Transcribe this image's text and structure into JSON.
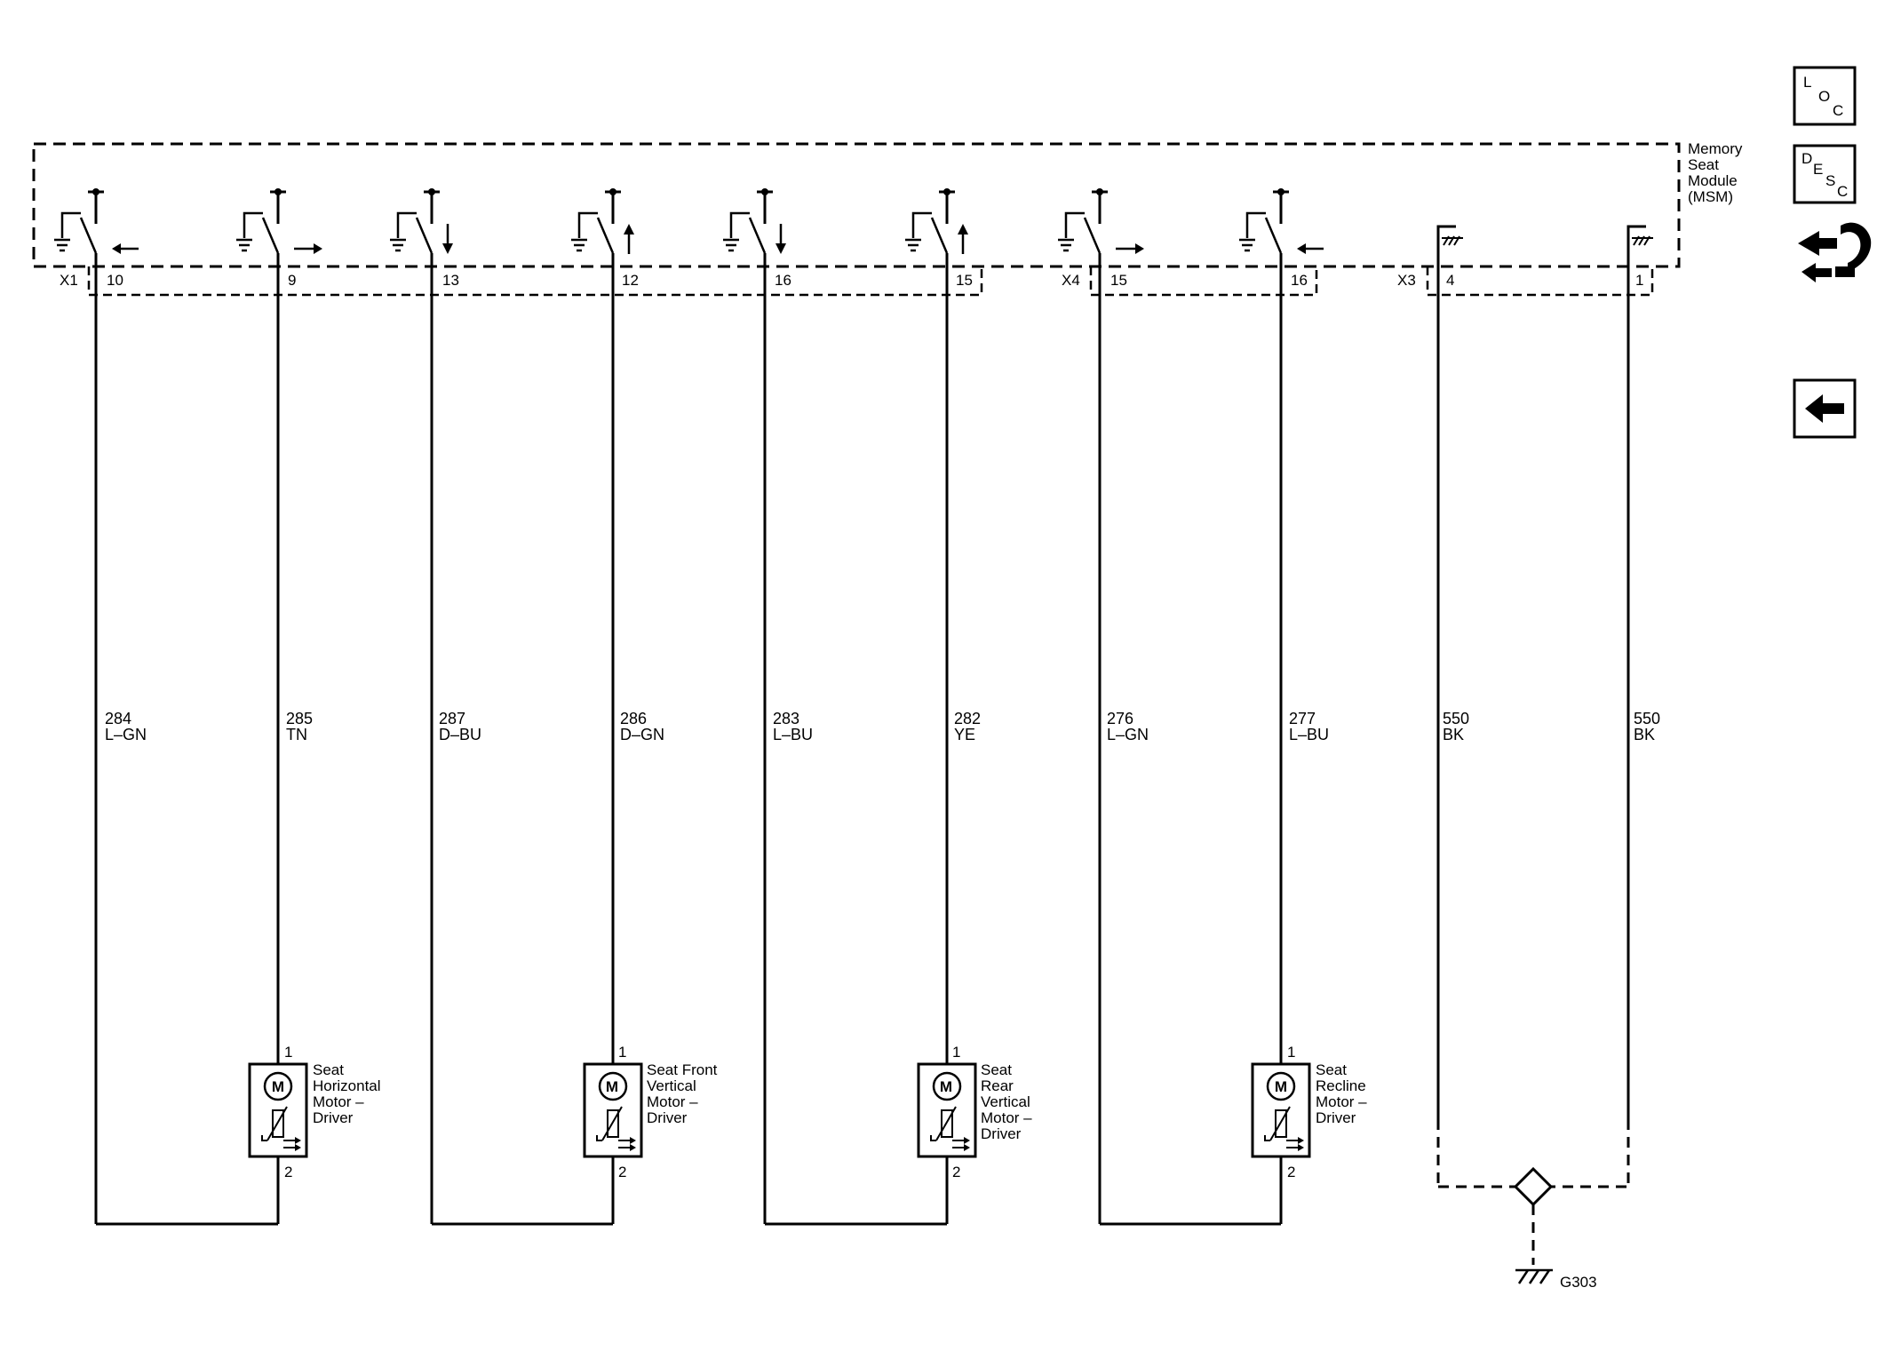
{
  "module": {
    "name_lines": [
      "Memory",
      "Seat",
      "Module",
      "(MSM)"
    ]
  },
  "connectors": [
    {
      "id": "X1"
    },
    {
      "id": "X4"
    },
    {
      "id": "X3"
    }
  ],
  "circuits": [
    {
      "connector": "X1",
      "pin": "10",
      "circuit": "284",
      "color": "L–GN",
      "arrow": "left"
    },
    {
      "connector": "X1",
      "pin": "9",
      "circuit": "285",
      "color": "TN",
      "arrow": "right"
    },
    {
      "connector": "X1",
      "pin": "13",
      "circuit": "287",
      "color": "D–BU",
      "arrow": "down"
    },
    {
      "connector": "X1",
      "pin": "12",
      "circuit": "286",
      "color": "D–GN",
      "arrow": "up"
    },
    {
      "connector": "X1",
      "pin": "16",
      "circuit": "283",
      "color": "L–BU",
      "arrow": "down"
    },
    {
      "connector": "X1",
      "pin": "15",
      "circuit": "282",
      "color": "YE",
      "arrow": "up"
    },
    {
      "connector": "X4",
      "pin": "15",
      "circuit": "276",
      "color": "L–GN",
      "arrow": "right"
    },
    {
      "connector": "X4",
      "pin": "16",
      "circuit": "277",
      "color": "L–BU",
      "arrow": "left"
    }
  ],
  "grounds": [
    {
      "connector": "X3",
      "pin": "4",
      "circuit": "550",
      "color": "BK"
    },
    {
      "connector": "X3",
      "pin": "1",
      "circuit": "550",
      "color": "BK"
    }
  ],
  "ground_point": "G303",
  "motors": [
    {
      "symbol": "M",
      "pin_top": "1",
      "pin_bottom": "2",
      "label_lines": [
        "Seat",
        "Horizontal",
        "Motor –",
        "Driver"
      ]
    },
    {
      "symbol": "M",
      "pin_top": "1",
      "pin_bottom": "2",
      "label_lines": [
        "Seat Front",
        "Vertical",
        "Motor –",
        "Driver"
      ]
    },
    {
      "symbol": "M",
      "pin_top": "1",
      "pin_bottom": "2",
      "label_lines": [
        "Seat",
        "Rear",
        "Vertical",
        "Motor –",
        "Driver"
      ]
    },
    {
      "symbol": "M",
      "pin_top": "1",
      "pin_bottom": "2",
      "label_lines": [
        "Seat",
        "Recline",
        "Motor –",
        "Driver"
      ]
    }
  ],
  "side_buttons": {
    "loc": [
      "L",
      "O",
      "C"
    ],
    "desc": [
      "D",
      "E",
      "S",
      "C"
    ],
    "connector_end_view": "connector-icon",
    "back": "back-arrow-icon"
  }
}
